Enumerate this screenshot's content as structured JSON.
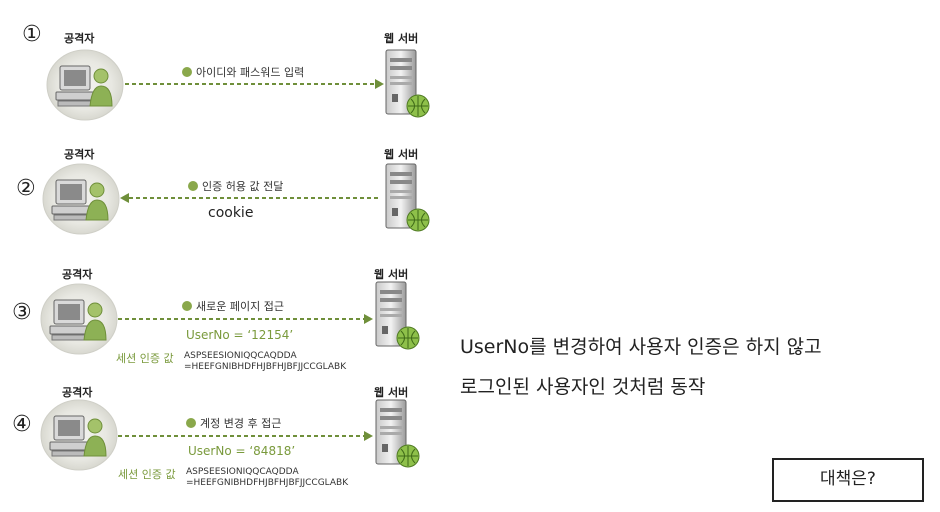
{
  "steps": [
    {
      "number": "①",
      "attacker": "공격자",
      "server": "웹 서버",
      "message": "아이디와 패스워드 입력",
      "direction": "right"
    },
    {
      "number": "②",
      "attacker": "공격자",
      "server": "웹 서버",
      "message": "인증 허용 값 전달",
      "direction": "left",
      "note": "cookie"
    },
    {
      "number": "③",
      "attacker": "공격자",
      "server": "웹 서버",
      "message": "새로운 페이지 접근",
      "direction": "right",
      "userno": "UserNo =  ‘12154’",
      "session_label": "세션 인증 값",
      "session_line1": "ASPSEESIONIQQCAQDDA",
      "session_line2": "=HEEFGNIBHDFHJBFHJBFJJCCGLABK"
    },
    {
      "number": "④",
      "attacker": "공격자",
      "server": "웹 서버",
      "message": "계정 변경 후 접근",
      "direction": "right",
      "userno": "UserNo =  ‘84818’",
      "session_label": "세션 인증 값",
      "session_line1": "ASPSEESIONIQQCAQDDA",
      "session_line2": "=HEEFGNIBHDFHJBFHJBFJJCCGLABK"
    }
  ],
  "side_text": {
    "line1": "UserNo를 변경하여 사용자 인증은 하지 않고",
    "line2": "로그인된 사용자인 것처럼 동작"
  },
  "box_text": "대책은?",
  "colors": {
    "arrow": "#6f8f3a",
    "accent": "#8aa84b"
  }
}
